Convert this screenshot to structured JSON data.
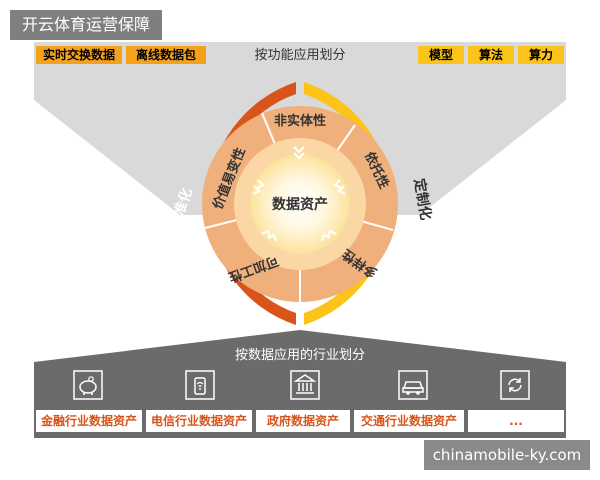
{
  "title": "开云体育运营保障",
  "top": {
    "left_tags": [
      "实时交换数据",
      "离线数据包"
    ],
    "center_label": "按功能应用划分",
    "right_tags": [
      "模型",
      "算法",
      "算力"
    ]
  },
  "ring": {
    "outer_left": "标准化",
    "outer_right": "定制化",
    "inner_segments": [
      "非实体性",
      "依托性",
      "多样性",
      "可加工性",
      "价值易变性"
    ],
    "center": "数据资产"
  },
  "bottom": {
    "title": "按数据应用的行业划分",
    "industries": [
      "金融行业数据资产",
      "电信行业数据资产",
      "政府数据资产",
      "交通行业数据资产",
      "..."
    ],
    "icons": [
      "piggy-bank-icon",
      "wifi-icon",
      "government-building-icon",
      "car-icon",
      "refresh-icon"
    ]
  },
  "watermark": "chinamobile-ky.com",
  "colors": {
    "orange_dark": "#d9541a",
    "orange": "#f4a21b",
    "yellow": "#fcc31b",
    "gray_band": "#d9d9d9",
    "gray_dark": "#6b6b6b"
  }
}
